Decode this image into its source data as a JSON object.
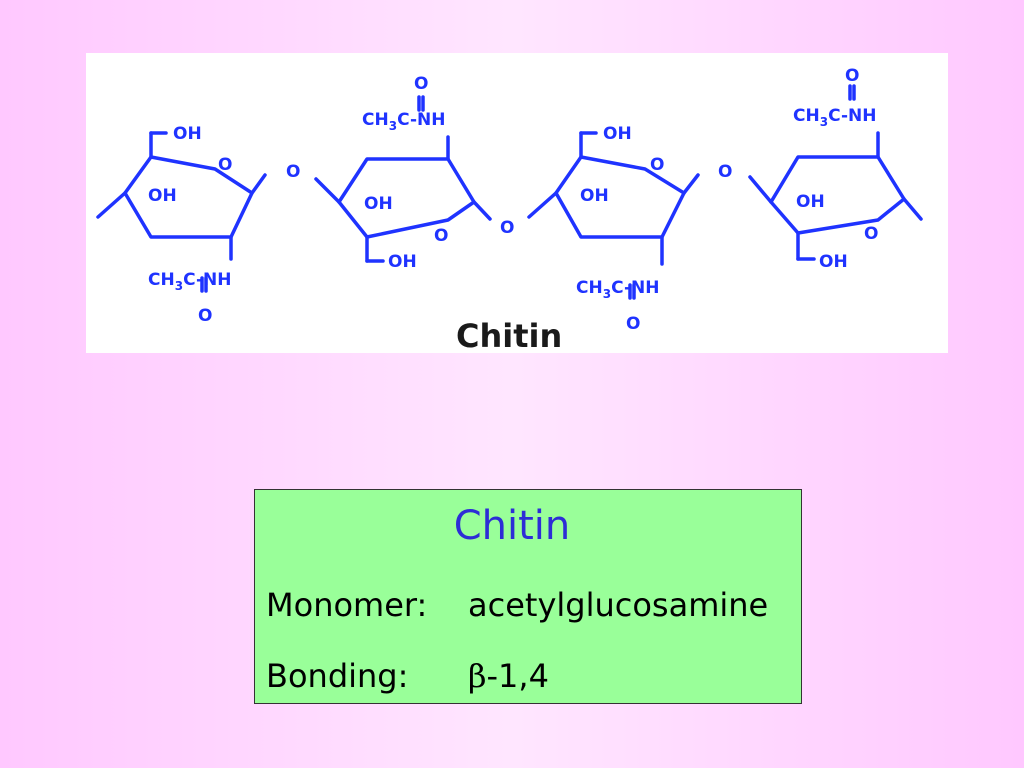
{
  "structure": {
    "caption": "Chitin",
    "atoms": {
      "oxygen": "O",
      "hydroxyl": "OH",
      "methyl": "CH",
      "methyl_sub": "3",
      "amide": "C-NH"
    }
  },
  "info": {
    "title": "Chitin",
    "monomer_label": "Monomer:",
    "monomer_value": "acetylglucosamine",
    "bonding_label": "Bonding:",
    "bonding_beta": "β",
    "bonding_value": "-1,4"
  },
  "colors": {
    "structure": "#1f33ff",
    "info_box": "#99ff99",
    "title_text": "#2d2dd6",
    "background": "#ffc8ff"
  }
}
